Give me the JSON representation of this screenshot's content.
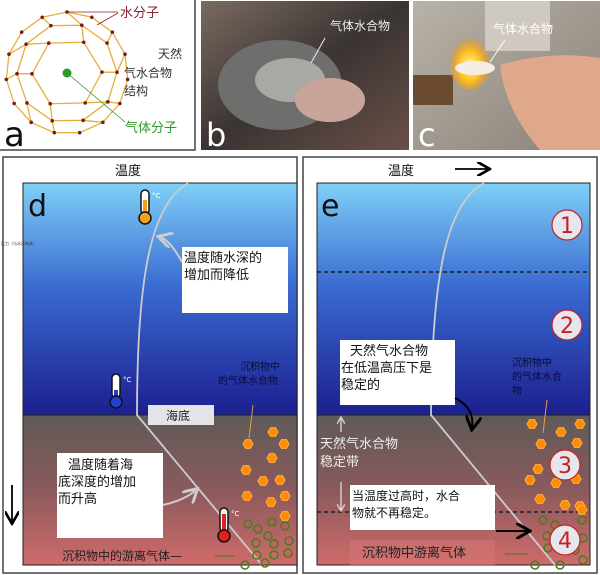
{
  "panel_a": {
    "letter": "a",
    "water_molecule": "水分子",
    "structure_label": [
      "天然",
      "气水合物",
      "结构"
    ],
    "gas_molecule": "气体分子"
  },
  "panel_b": {
    "letter": "b",
    "label": "气体水合物"
  },
  "panel_c": {
    "letter": "c",
    "label": "气体水合物"
  },
  "panel_d": {
    "letter": "d",
    "temperature_axis": "温度",
    "pressure_axis": "压力（与水深有关）",
    "degree_unit": "°C",
    "callout_top": [
      "温度随水深的",
      "增加而降低"
    ],
    "seafloor": "海底",
    "sediment_hydrate": [
      "沉积物中",
      "的气体水合物"
    ],
    "callout_bottom": [
      "温度随着海",
      "底深度的增加",
      "而升高"
    ],
    "free_gas": "沉积物中的游离气体—"
  },
  "panel_e": {
    "letter": "e",
    "temperature_axis": "温度",
    "zones": [
      "1",
      "2",
      "3",
      "4"
    ],
    "callout_stable": [
      "天然气水合物",
      "在低温高压下是",
      "稳定的"
    ],
    "sediment_hydrate": [
      "沉积物中",
      "的气体水合",
      "物"
    ],
    "stability_zone": [
      "天然气水合物",
      "稳定带"
    ],
    "callout_unstable": [
      "当温度过高时，水合",
      "物就不再稳定。"
    ],
    "free_gas": "沉积物中游离气体"
  },
  "colors": {
    "water_top": "#7fd0f8",
    "water_bottom": "#1c1f8f",
    "sediment_top": "#5f5a58",
    "sediment_bottom": "#d06a6a",
    "hydrate": "#ff8c00",
    "gas": "#4d7a20",
    "number_red": "#c8201f"
  }
}
